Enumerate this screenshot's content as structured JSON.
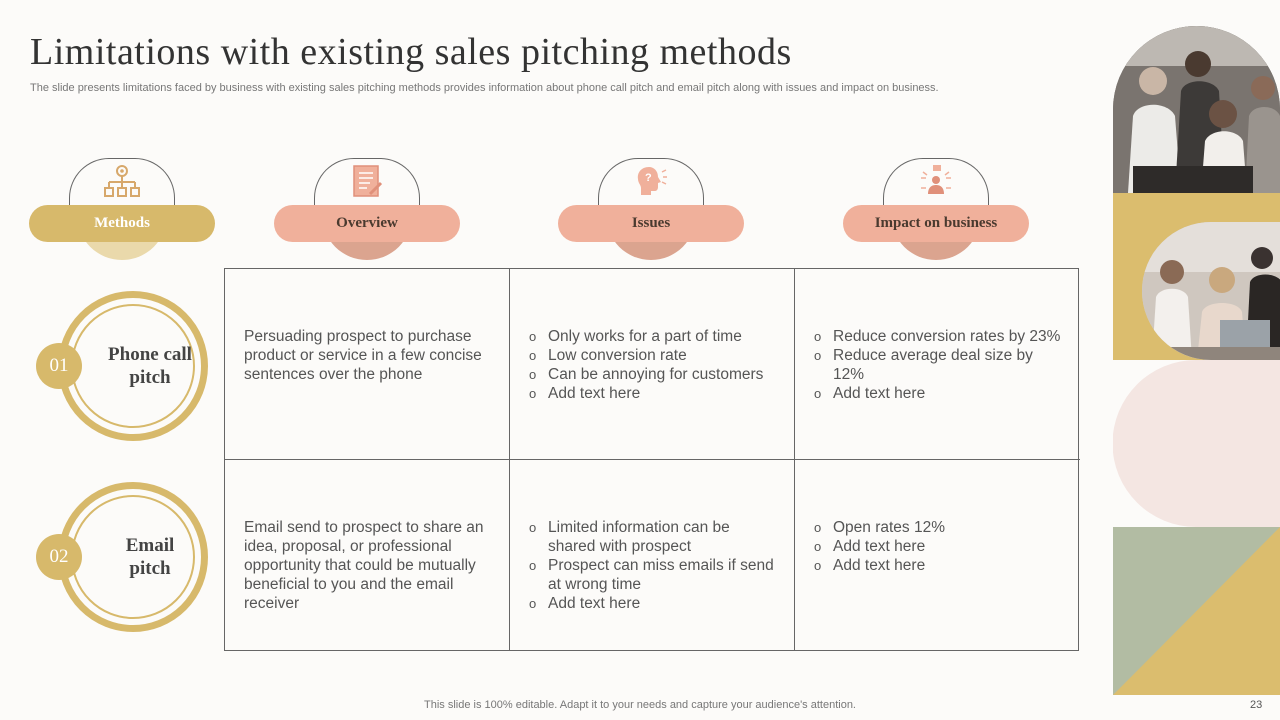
{
  "slide": {
    "title": "Limitations with existing sales pitching methods",
    "subtitle": "The slide presents limitations faced by business with existing sales pitching methods provides information about phone call pitch and email pitch along with issues and impact on business.",
    "footer": "This slide is 100% editable. Adapt it to your needs and capture your audience's attention.",
    "page_number": "23"
  },
  "headers": [
    {
      "label": "Methods",
      "icon": "hierarchy-icon",
      "color": "#d7b96b"
    },
    {
      "label": "Overview",
      "icon": "document-icon",
      "color": "#f0b09b"
    },
    {
      "label": "Issues",
      "icon": "brain-question-icon",
      "color": "#f0b09b"
    },
    {
      "label": "Impact on business",
      "icon": "business-person-icon",
      "color": "#f0b09b"
    }
  ],
  "rows": [
    {
      "number": "01",
      "method": "Phone call pitch",
      "overview": "Persuading prospect to purchase product or service in a few concise sentences over the phone",
      "issues": [
        "Only works for a part of time",
        "Low conversion rate",
        "Can be annoying for customers",
        "Add text here"
      ],
      "impact": [
        "Reduce conversion rates by 23%",
        "Reduce average deal size by 12%",
        "Add text here"
      ]
    },
    {
      "number": "02",
      "method": "Email pitch",
      "overview": "Email send to prospect to share an idea, proposal, or professional opportunity that could be mutually beneficial to you and the email receiver",
      "issues": [
        "Limited information  can be shared with prospect",
        "Prospect can miss emails if send at wrong time",
        "Add text here"
      ],
      "impact": [
        "Open rates 12%",
        "Add text here",
        "Add text here"
      ]
    }
  ],
  "colors": {
    "gold": "#d7b96b",
    "salmon": "#f0b09b",
    "salmon_dark": "#dba48f",
    "pink": "#f4e6e2",
    "sage": "#b2bca3"
  }
}
